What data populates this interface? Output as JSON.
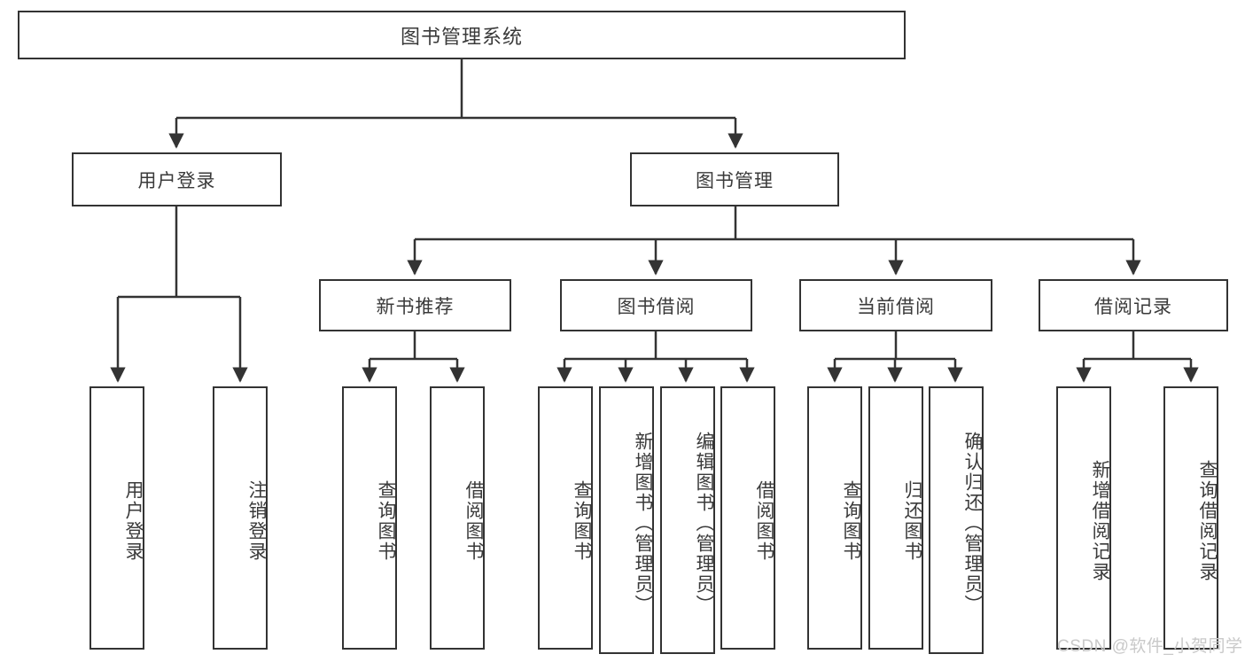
{
  "diagram": {
    "title_text": "图书管理系统",
    "type": "tree-hierarchy-diagram",
    "stroke_color": "#333333",
    "text_color": "#3a3a3a",
    "background_color": "#ffffff",
    "watermark": "CSDN @软件_小贺同学",
    "levels": {
      "root": {
        "label": "图书管理系统"
      },
      "level2": [
        {
          "label": "用户登录"
        },
        {
          "label": "图书管理"
        }
      ],
      "level3": [
        {
          "label": "新书推荐"
        },
        {
          "label": "图书借阅"
        },
        {
          "label": "当前借阅"
        },
        {
          "label": "借阅记录"
        }
      ],
      "leaves": {
        "user_login": [
          {
            "label": "用户登录"
          },
          {
            "label": "注销登录"
          }
        ],
        "new_book_recommend": [
          {
            "label": "查询图书"
          },
          {
            "label": "借阅图书"
          }
        ],
        "book_borrow": [
          {
            "label": "查询图书"
          },
          {
            "label": "新增图书（管理员）"
          },
          {
            "label": "编辑图书（管理员）"
          },
          {
            "label": "借阅图书"
          }
        ],
        "current_borrow": [
          {
            "label": "查询图书"
          },
          {
            "label": "归还图书"
          },
          {
            "label": "确认归还（管理员）"
          }
        ],
        "borrow_record": [
          {
            "label": "新增借阅记录"
          },
          {
            "label": "查询借阅记录"
          }
        ]
      }
    }
  }
}
